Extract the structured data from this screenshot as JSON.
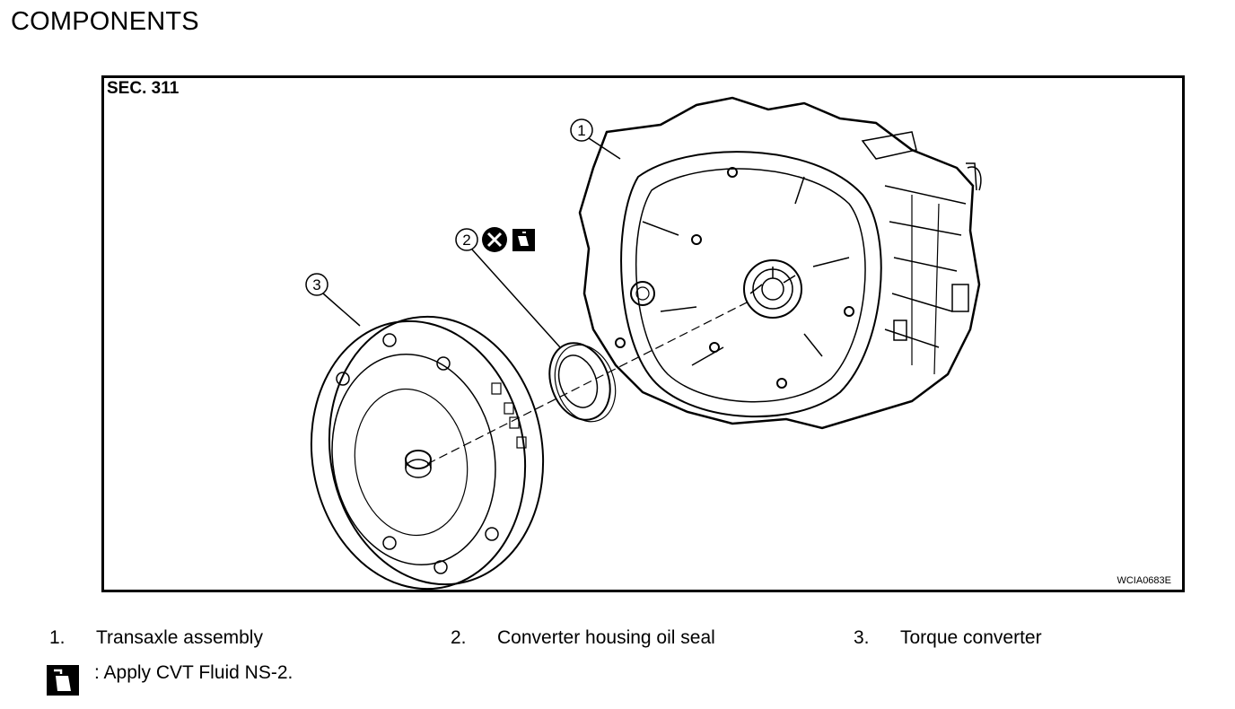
{
  "page": {
    "heading": "COMPONENTS"
  },
  "figure": {
    "section_label": "SEC. 311",
    "figure_code": "WCIA0683E",
    "callouts": [
      "1",
      "2",
      "3"
    ],
    "icons": {
      "seal_icon": "do-not-reuse-icon",
      "fluid_icon": "apply-fluid-icon"
    }
  },
  "legend": {
    "items": [
      {
        "number": "1.",
        "label": "Transaxle assembly"
      },
      {
        "number": "2.",
        "label": "Converter housing oil seal"
      },
      {
        "number": "3.",
        "label": "Torque converter"
      }
    ],
    "note_icon": "apply-fluid-icon",
    "note_text": ": Apply CVT Fluid NS-2."
  }
}
